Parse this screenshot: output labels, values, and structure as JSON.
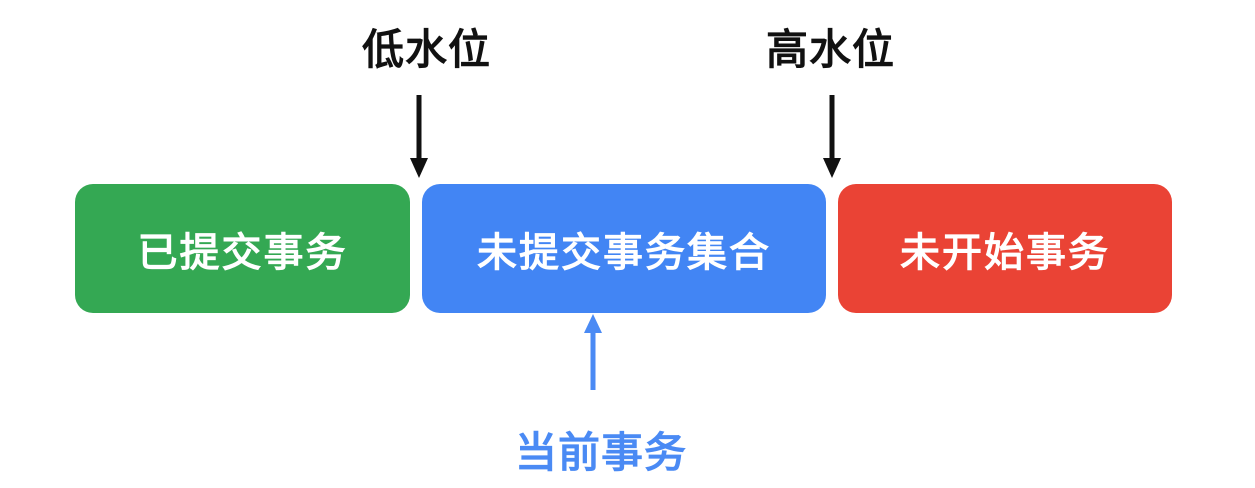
{
  "labels": {
    "low_watermark": "低水位",
    "high_watermark": "高水位",
    "current_transaction": "当前事务"
  },
  "segments": [
    {
      "key": "committed",
      "label": "已提交事务",
      "color": "#34a853"
    },
    {
      "key": "uncommitted",
      "label": "未提交事务集合",
      "color": "#4285f4"
    },
    {
      "key": "not_started",
      "label": "未开始事务",
      "color": "#ea4335"
    }
  ],
  "colors": {
    "marker_arrow": "#111111",
    "current_arrow": "#4a8af4",
    "label_text": "#111111",
    "current_text": "#4a8af4"
  }
}
